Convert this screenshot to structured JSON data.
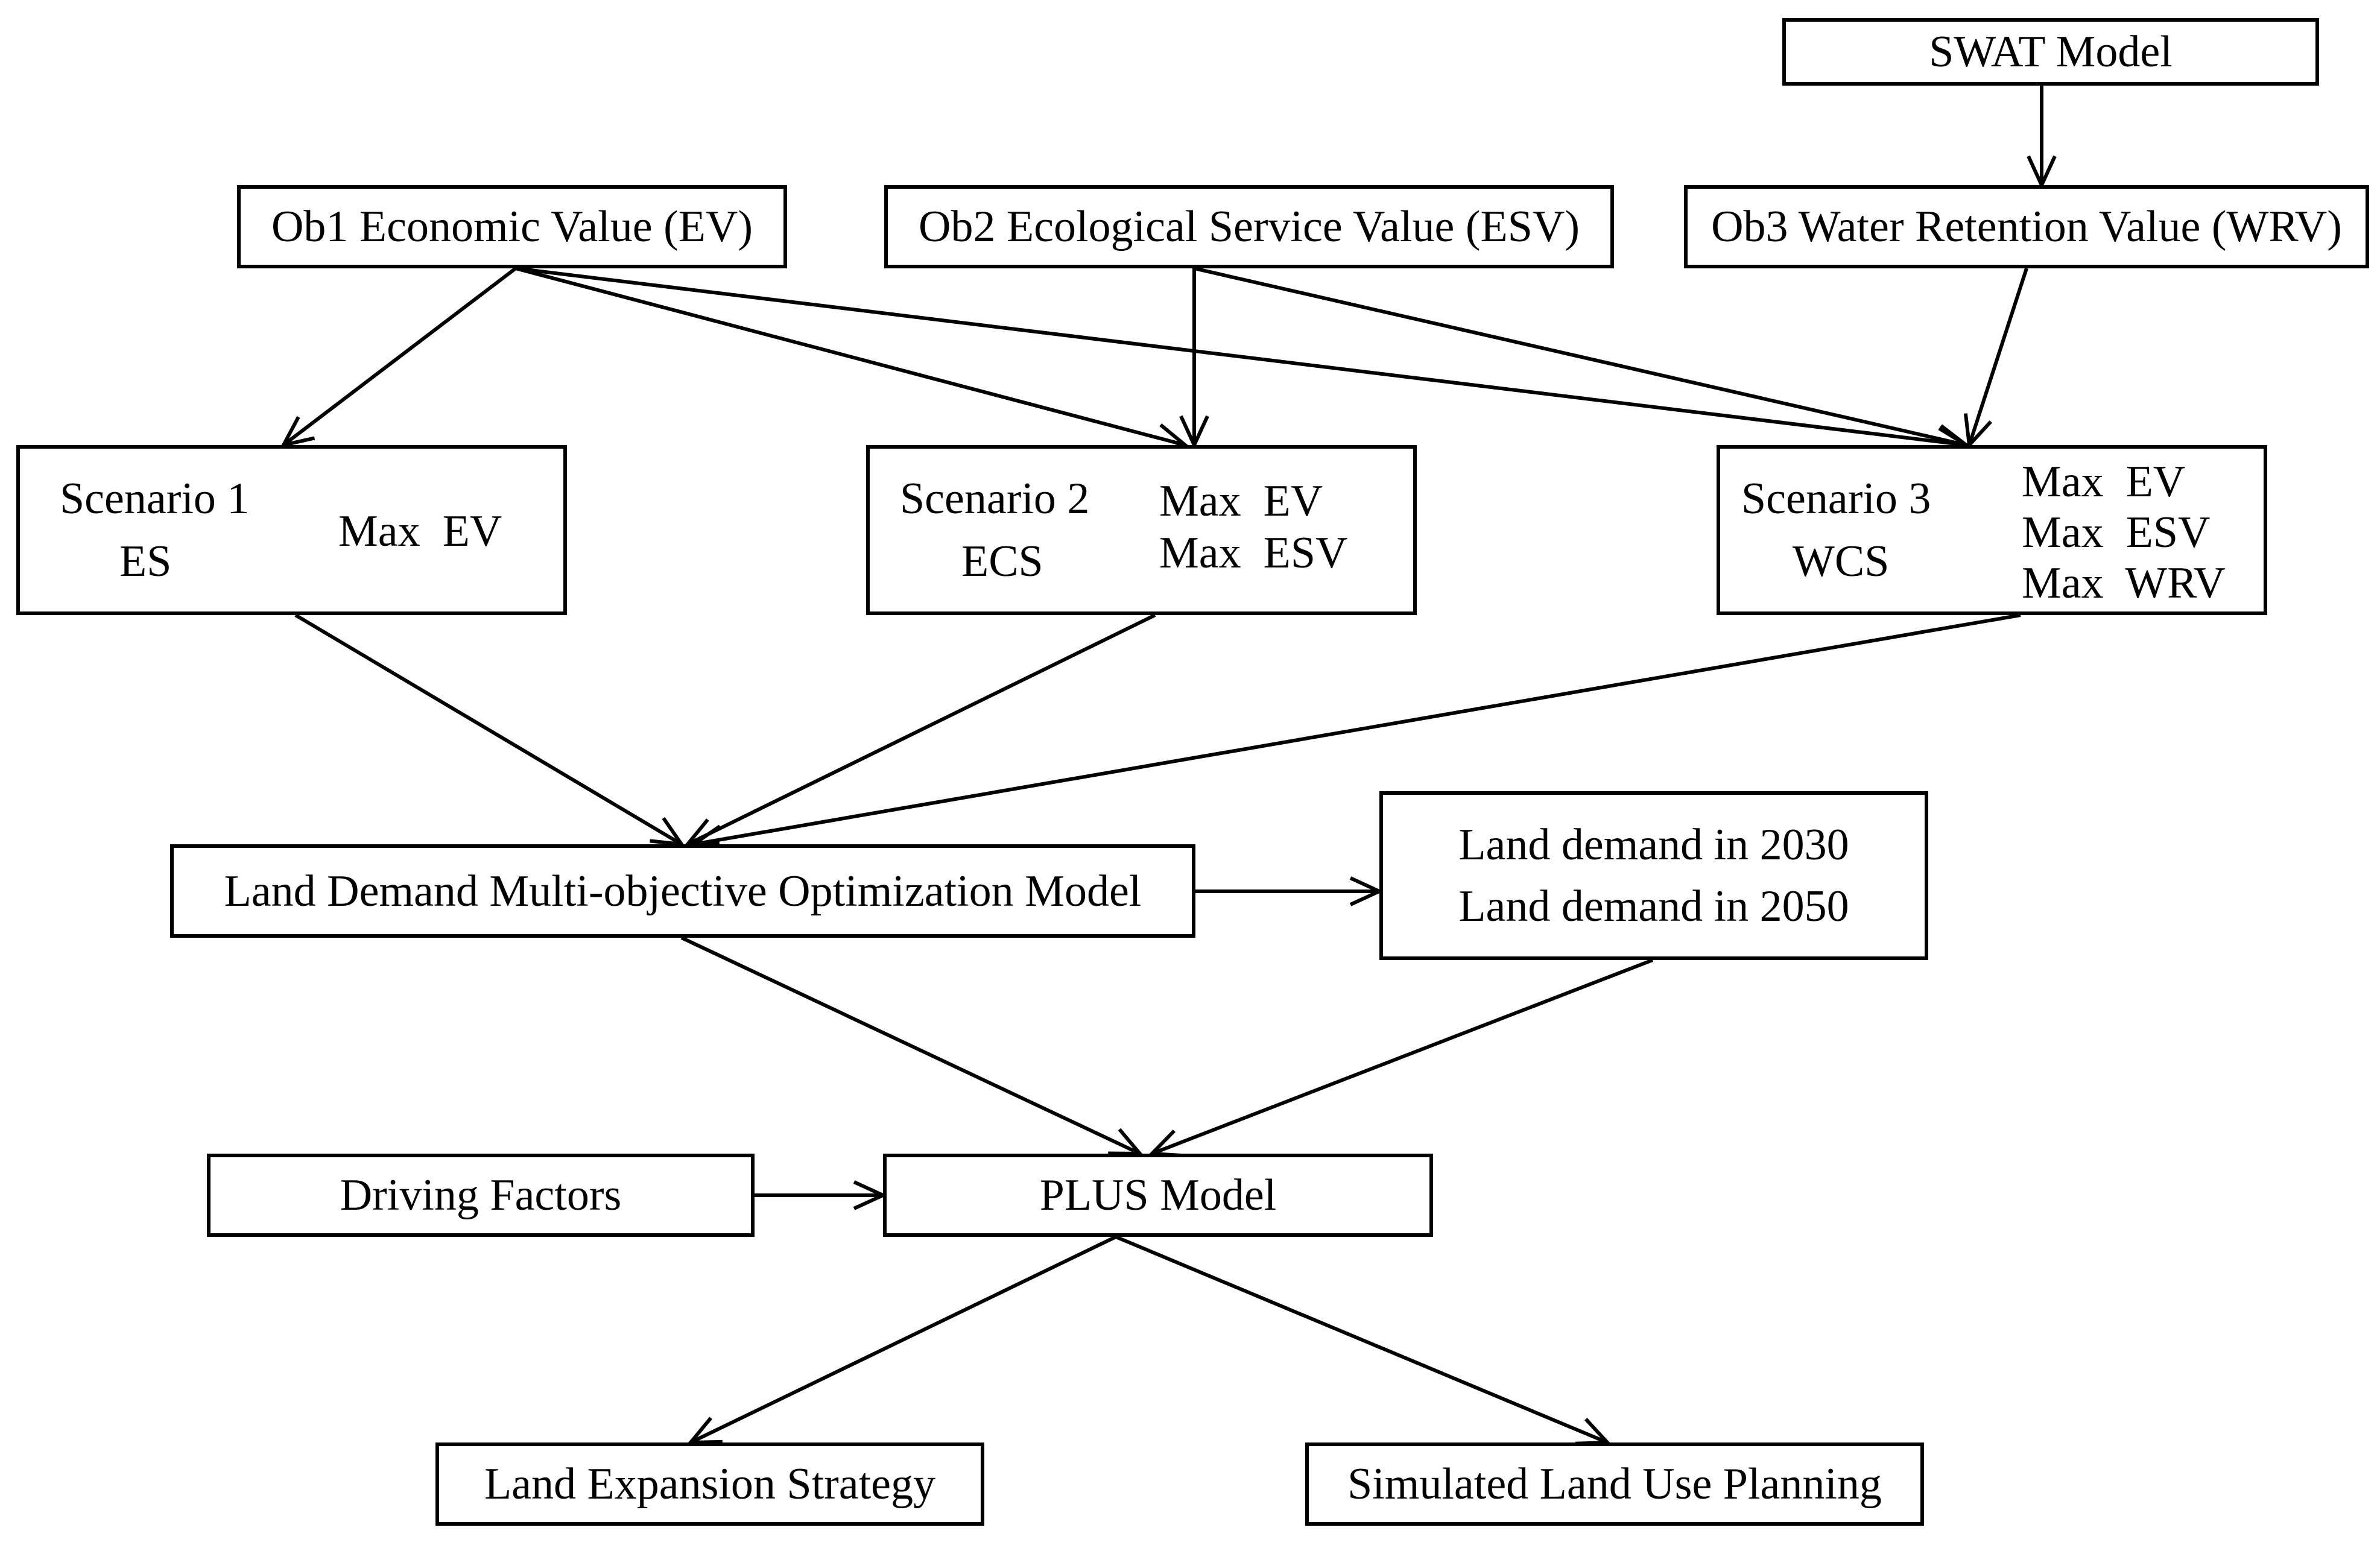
{
  "swat": "SWAT Model",
  "objectives": {
    "ob1": "Ob1 Economic Value (EV)",
    "ob2": "Ob2 Ecological Service Value (ESV)",
    "ob3": "Ob3 Water Retention Value (WRV)"
  },
  "scenarios": [
    {
      "title": "Scenario 1",
      "code": "ES",
      "objectives": [
        "Max  EV"
      ]
    },
    {
      "title": "Scenario 2",
      "code": "ECS",
      "objectives": [
        "Max  EV",
        "Max  ESV"
      ]
    },
    {
      "title": "Scenario 3",
      "code": "WCS",
      "objectives": [
        "Max  EV",
        "Max  ESV",
        "Max  WRV"
      ]
    }
  ],
  "optimization_model": "Land Demand Multi-objective Optimization Model",
  "land_demand": [
    "Land demand in 2030",
    "Land demand in 2050"
  ],
  "driving_factors": "Driving Factors",
  "plus_model": "PLUS Model",
  "outputs": {
    "expansion": "Land Expansion Strategy",
    "simulated": "Simulated Land Use Planning"
  }
}
